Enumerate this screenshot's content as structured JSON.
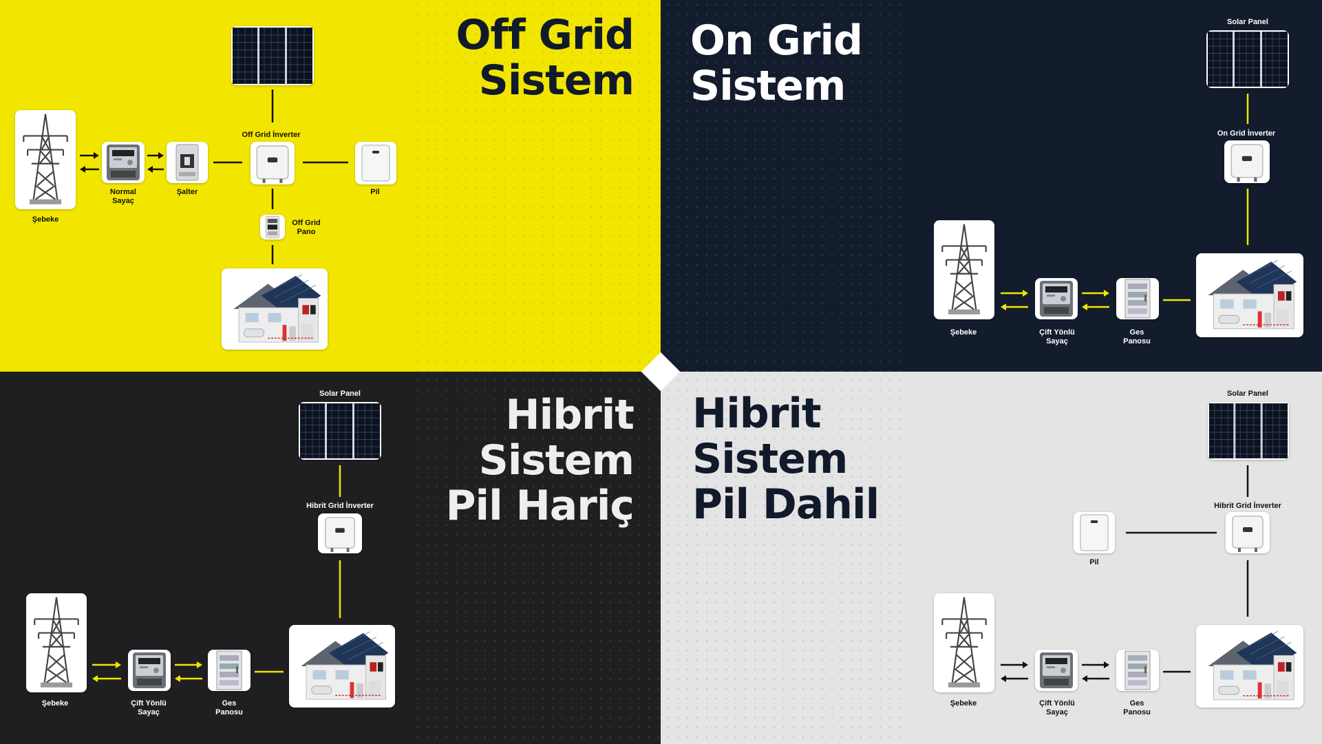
{
  "colors": {
    "yellow": "#f2e600",
    "navy": "#121c2c",
    "dark": "#1f1f21",
    "light": "#e4e4e4",
    "ink": "#111a2b",
    "white": "#ffffff"
  },
  "off_grid": {
    "title_line1": "Off Grid",
    "title_line2": "Sistem",
    "grid_label": "Şebeke",
    "meter_label_line1": "Normal",
    "meter_label_line2": "Sayaç",
    "switch_label": "Şalter",
    "inverter_label": "Off Grid İnverter",
    "battery_label": "Pil",
    "panel_label_line1": "Off Grid",
    "panel_label_line2": "Pano"
  },
  "on_grid": {
    "title_line1": "On Grid",
    "title_line2": "Sistem",
    "solar_label": "Solar Panel",
    "inverter_label": "On Grid İnverter",
    "grid_label": "Şebeke",
    "meter_label_line1": "Çift Yönlü",
    "meter_label_line2": "Sayaç",
    "panel_label_line1": "Ges",
    "panel_label_line2": "Panosu"
  },
  "hybrid_no_battery": {
    "title_line1": "Hibrit",
    "title_line2": "Sistem",
    "title_line3": "Pil Hariç",
    "solar_label": "Solar Panel",
    "inverter_label": "Hibrit Grid İnverter",
    "grid_label": "Şebeke",
    "meter_label_line1": "Çift Yönlü",
    "meter_label_line2": "Sayaç",
    "panel_label_line1": "Ges",
    "panel_label_line2": "Panosu"
  },
  "hybrid_with_battery": {
    "title_line1": "Hibrit",
    "title_line2": "Sistem",
    "title_line3": "Pil Dahil",
    "solar_label": "Solar Panel",
    "inverter_label": "Hibrit Grid İnverter",
    "battery_label": "Pil",
    "grid_label": "Şebeke",
    "meter_label_line1": "Çift Yönlü",
    "meter_label_line2": "Sayaç",
    "panel_label_line1": "Ges",
    "panel_label_line2": "Panosu"
  }
}
